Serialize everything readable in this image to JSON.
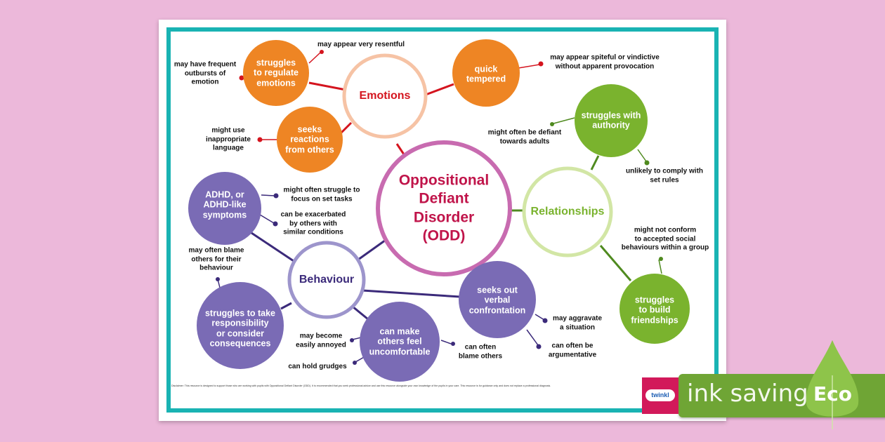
{
  "colors": {
    "background": "#ecb8da",
    "border": "#19b3b3",
    "emotions": "#ee8524",
    "relationships": "#7ab32e",
    "behaviour": "#7a6bb5",
    "center": "#c0144a"
  },
  "center": {
    "label": "Oppositional\nDefiant\nDisorder\n(ODD)"
  },
  "emotions": {
    "label": "Emotions",
    "bubbles": [
      {
        "label": "struggles\nto regulate\nemotions",
        "notes": [
          "may have frequent\noutbursts of\nemotion",
          "may appear very resentful"
        ]
      },
      {
        "label": "quick\ntempered",
        "notes": [
          "may appear spiteful or vindictive\nwithout apparent provocation"
        ]
      },
      {
        "label": "seeks\nreactions\nfrom others",
        "notes": [
          "might use\ninappropriate\nlanguage"
        ]
      }
    ]
  },
  "relationships": {
    "label": "Relationships",
    "bubbles": [
      {
        "label": "struggles with\nauthority",
        "notes": [
          "might often be defiant\ntowards adults",
          "unlikely to comply with\nset rules"
        ]
      },
      {
        "label": "struggles\nto build\nfriendships",
        "notes": [
          "might not conform\nto accepted social\nbehaviours within a group"
        ]
      }
    ]
  },
  "behaviour": {
    "label": "Behaviour",
    "bubbles": [
      {
        "label": "ADHD, or\nADHD-like\nsymptoms",
        "notes": [
          "might often struggle to\nfocus on set tasks",
          "can be exacerbated\nby others with\nsimilar conditions"
        ]
      },
      {
        "label": "struggles to take\nresponsibility\nor consider\nconsequences",
        "notes": [
          "may often blame\nothers for their\nbehaviour"
        ]
      },
      {
        "label": "can make\nothers feel\nuncomfortable",
        "notes": [
          "may become\neasily annoyed",
          "can hold grudges",
          "can often\nblame others"
        ]
      },
      {
        "label": "seeks out\nverbal\nconfrontation",
        "notes": [
          "may aggravate\na situation",
          "can often be\nargumentative"
        ]
      }
    ]
  },
  "footer": {
    "disclaimer": "Disclaimer: This resource is designed to support those who are working with pupils with Oppositional Defiant Disorder (ODD). It is recommended that you seek professional advice and use this resource alongside your own knowledge of the pupils in your care. This resource is for guidance only and does not replace a professional diagnosis."
  },
  "logo": {
    "text": "twinkl"
  },
  "badge": {
    "text": "ink saving",
    "eco": "Eco",
    "icon": "leaf-icon"
  }
}
